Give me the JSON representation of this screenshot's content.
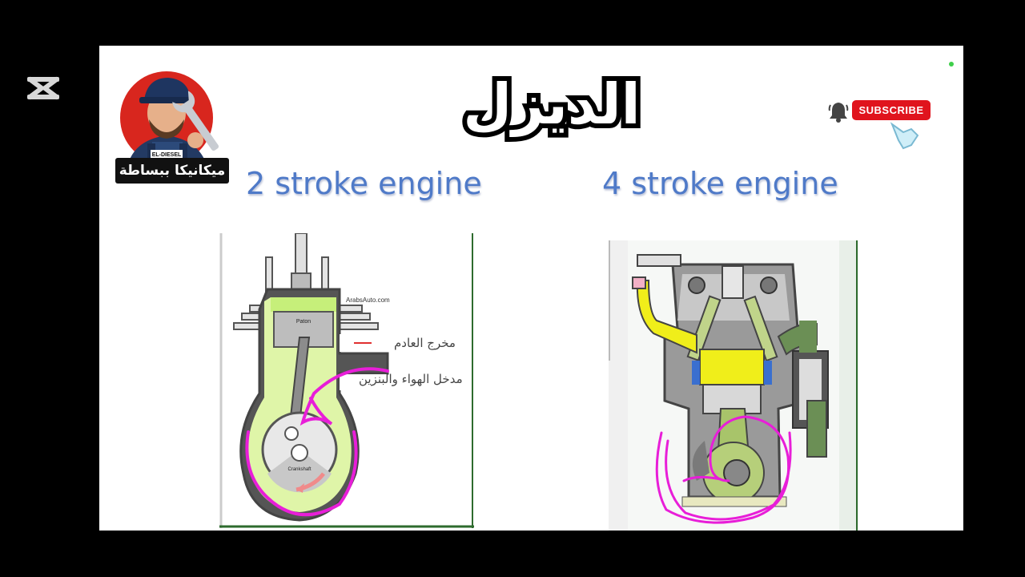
{
  "title": "الديزل",
  "logo": {
    "badge": "EL-DIESEL",
    "caption": "ميكانيكا ببساطة"
  },
  "subscribe_label": "SUBSCRIBE",
  "left_panel": {
    "heading": "2 stroke engine",
    "watermark": "ArabsAuto.com",
    "piston_label": "Paton",
    "crank_label": "Crankshaft",
    "exhaust_label": "مخرج العادم",
    "intake_label": "مدخل الهواء والبنزين"
  },
  "right_panel": {
    "heading": "4 stroke engine"
  },
  "colors": {
    "heading_blue": "#4f7ac8",
    "subscribe_red": "#e0141d",
    "annotation_magenta": "#e81ed8",
    "chamber_green": "#dff5a8",
    "mixture_yellow": "#f0ee1a"
  }
}
